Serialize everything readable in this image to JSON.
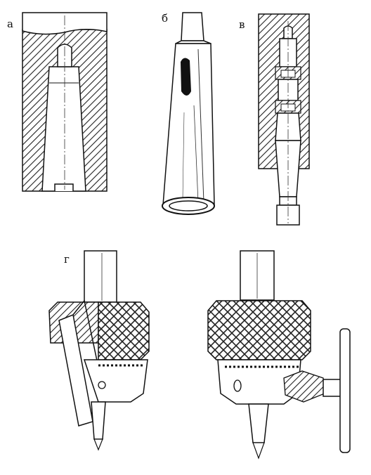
{
  "figure": {
    "labels": {
      "a": "а",
      "b": "б",
      "v": "в",
      "g": "г"
    }
  },
  "colors": {
    "ink": "#1a1a1a",
    "paper": "#ffffff",
    "hatch": "#222222"
  }
}
